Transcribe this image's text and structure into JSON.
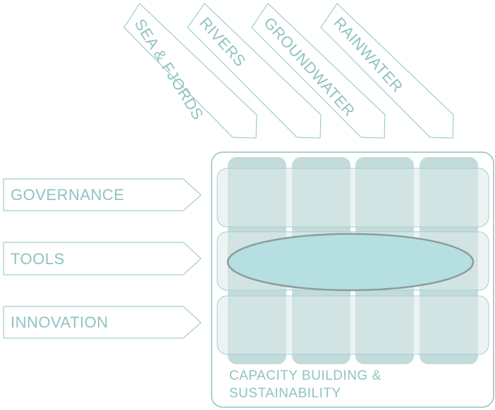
{
  "columns": [
    {
      "label": "SEA & FJORDS"
    },
    {
      "label": "RIVERS"
    },
    {
      "label": "GROUNDWATER"
    },
    {
      "label": "RAINWATER"
    }
  ],
  "rows": [
    {
      "label": "GOVERNANCE"
    },
    {
      "label": "TOOLS"
    },
    {
      "label": "INNOVATION"
    }
  ],
  "footer": {
    "line1": "CAPACITY BUILDING &",
    "line2": "SUSTAINABILITY"
  },
  "colors": {
    "outline": "#8fc3c1",
    "column_fill": "#c3dcdb",
    "row_fill": "#dcebea",
    "ellipse_fill": "#b6dfe1",
    "ellipse_stroke": "#8a9c9c",
    "text": "#8fc3c1"
  }
}
